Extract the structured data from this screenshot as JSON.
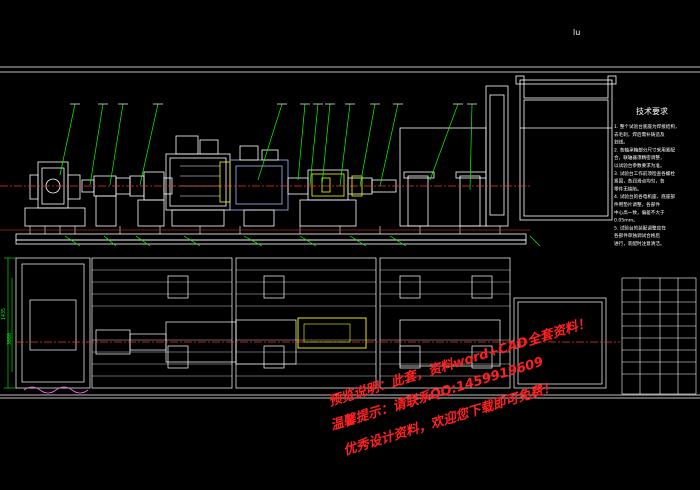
{
  "drawing": {
    "corner_mark": "lu",
    "dimension_labels": [
      "1435",
      "3080"
    ]
  },
  "tech_notes": {
    "title": "技术要求",
    "items": [
      "1. 整个试验台底座为焊接结构，",
      "   去毛刺，焊后需补铸造及",
      "   划线。",
      "2. 各轴承箱部分尺寸采用紧配",
      "   合，联轴器须精密调整，",
      "   以试验台参数要求为准。",
      "3. 试验台工作前须检查各螺栓",
      "   紧固，各润滑点均匀，各",
      "   零件无缺陷。",
      "4. 试验台的各电机座、底座部",
      "   件用垫片调整，各部件",
      "   中心高一致，偏差不大于",
      "   0.05mm。",
      "5. 试验台的装配调整应在",
      "   各部件单独调试合格后",
      "   进行，装配时注意清洁。"
    ]
  },
  "watermark": {
    "line1": "预览说明：此套，资料word+CAD全套资料！",
    "line2": "温馨提示：请联系QQ:1459919609",
    "line3": "优秀设计资料，欢迎您下载即可免费！"
  },
  "colors": {
    "background": "#000000",
    "outline": "#ffffff",
    "leader": "#00ff00",
    "center_line": "#ff3030",
    "highlight": "#ffff00",
    "hatch": "#ff66ff",
    "watermark": "#ff2020"
  }
}
